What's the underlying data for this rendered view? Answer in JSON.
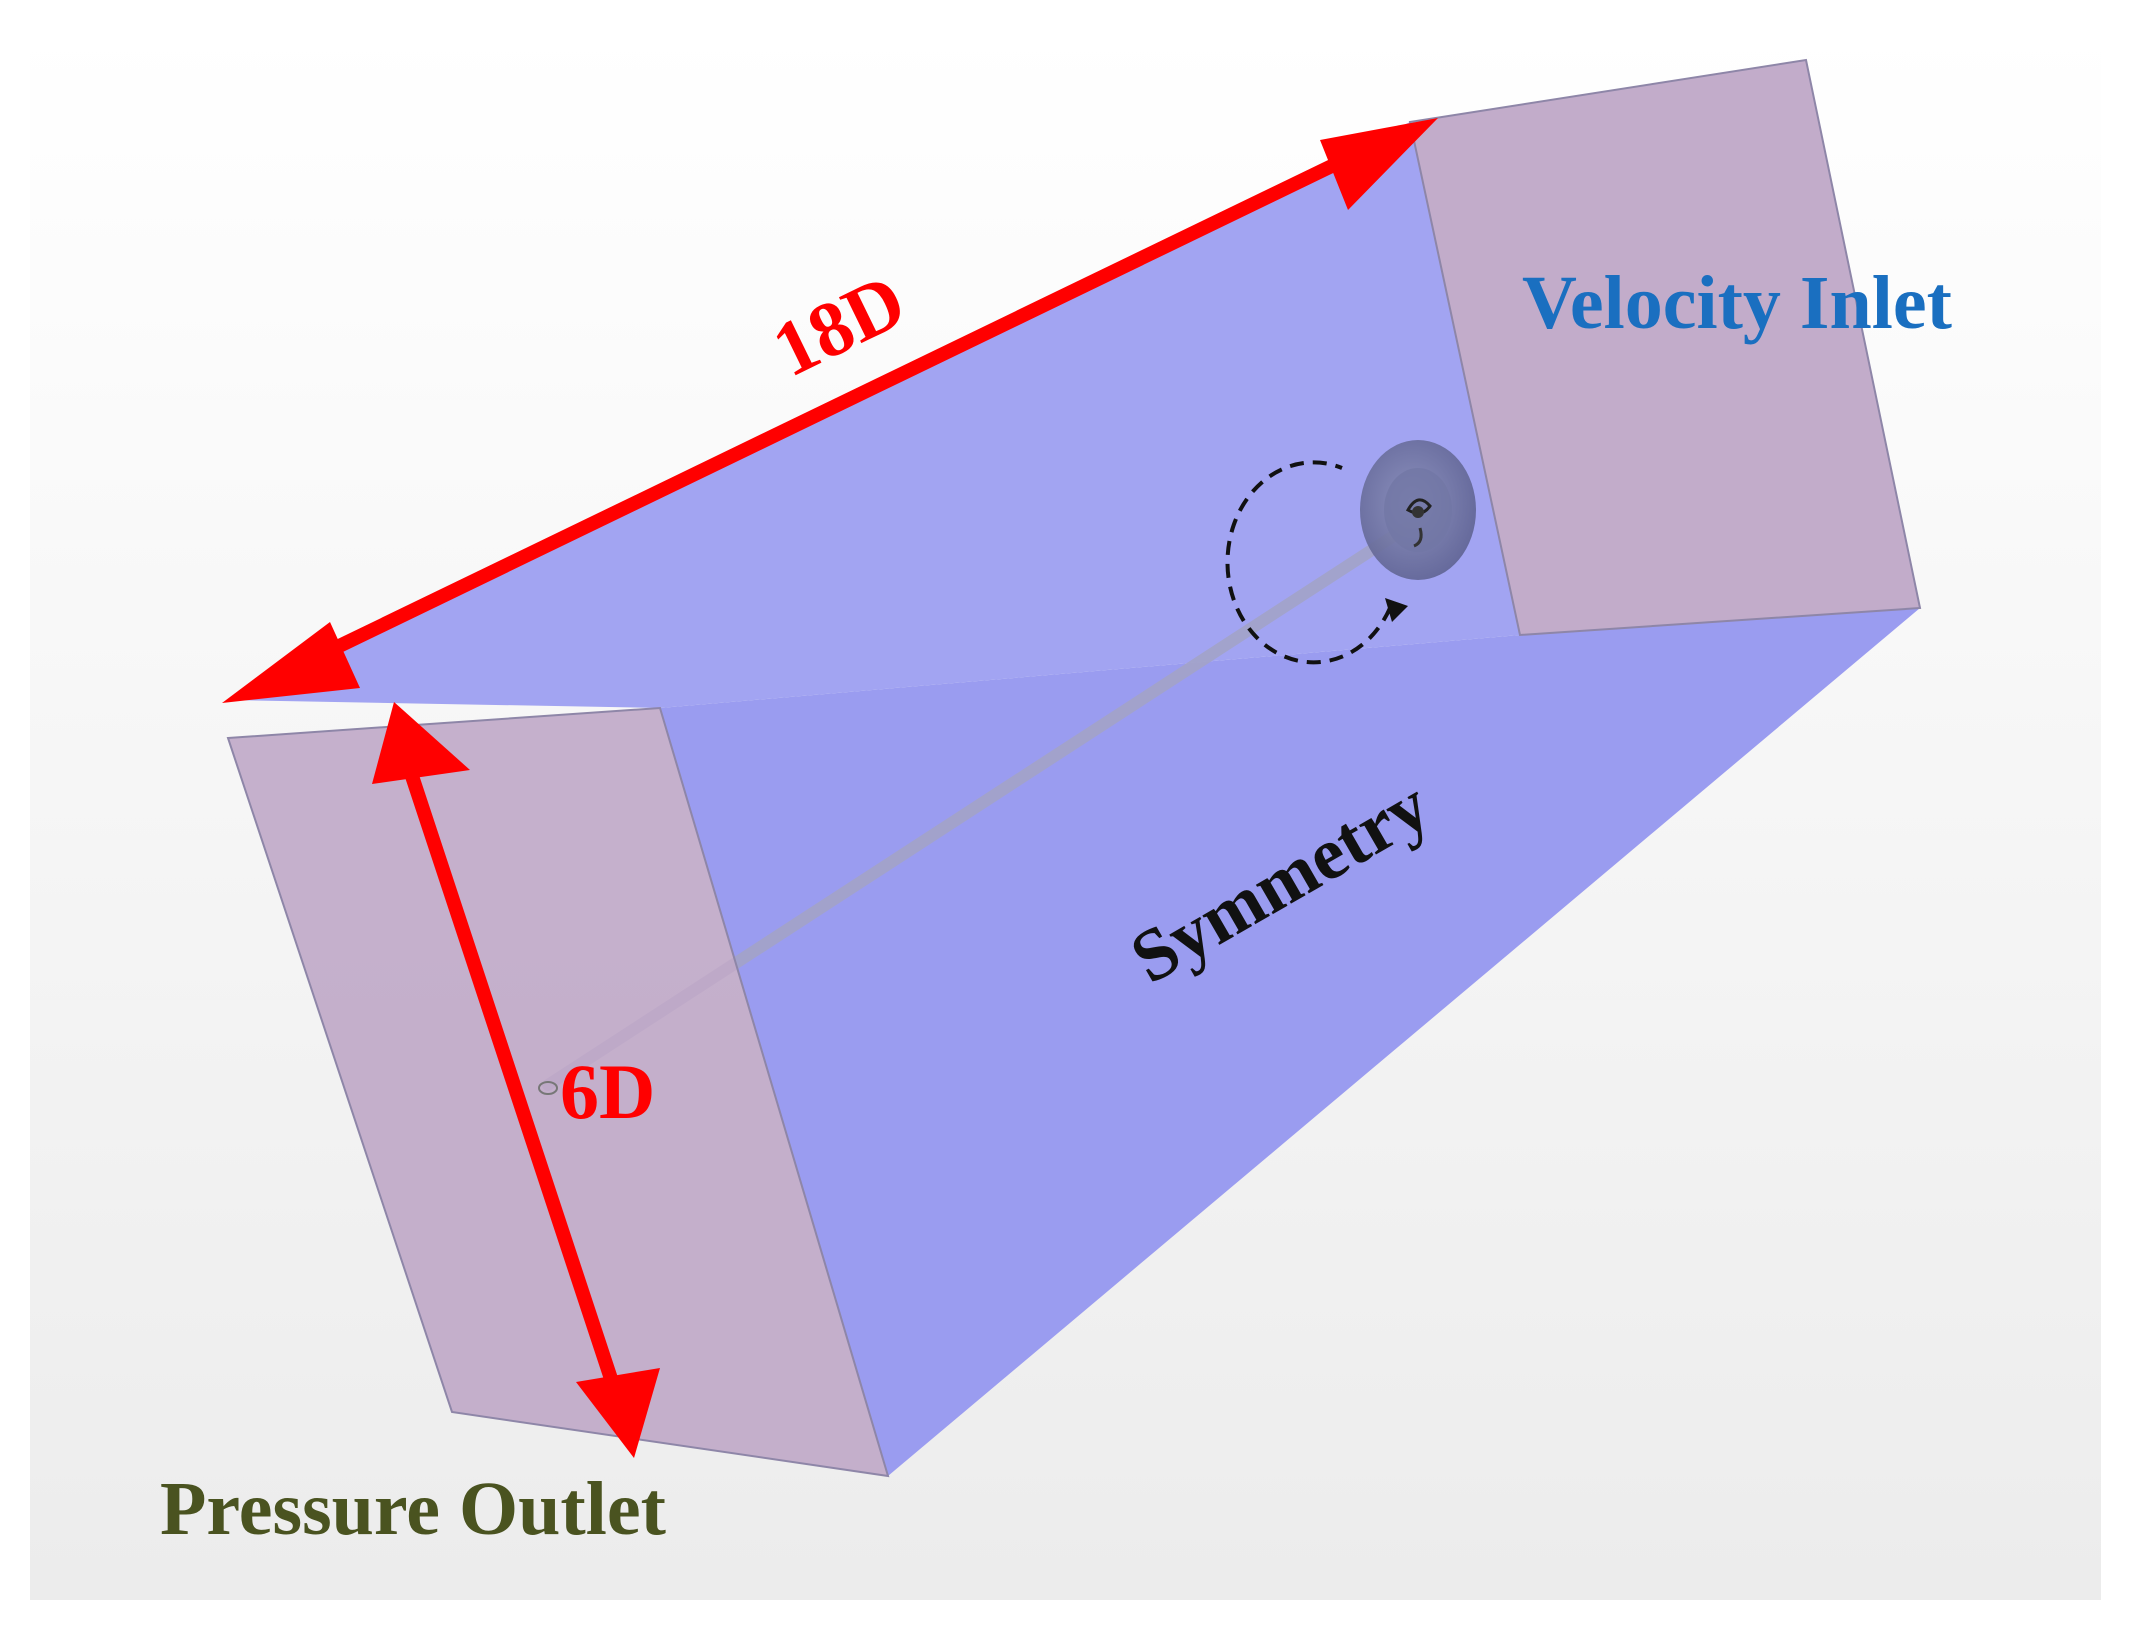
{
  "labels": {
    "length": "18D",
    "height": "6D",
    "inlet": "Velocity Inlet",
    "outlet": "Pressure Outlet",
    "symmetry": "Symmetry"
  },
  "colors": {
    "length_arrow": "#ff0000",
    "height_arrow": "#ff0000",
    "inlet_label": "#1a6fc0",
    "outlet_label": "#4a5320",
    "symmetry_label": "#111111",
    "box_face": "#9a9cf0",
    "end_faces": "#c0a9c8"
  }
}
